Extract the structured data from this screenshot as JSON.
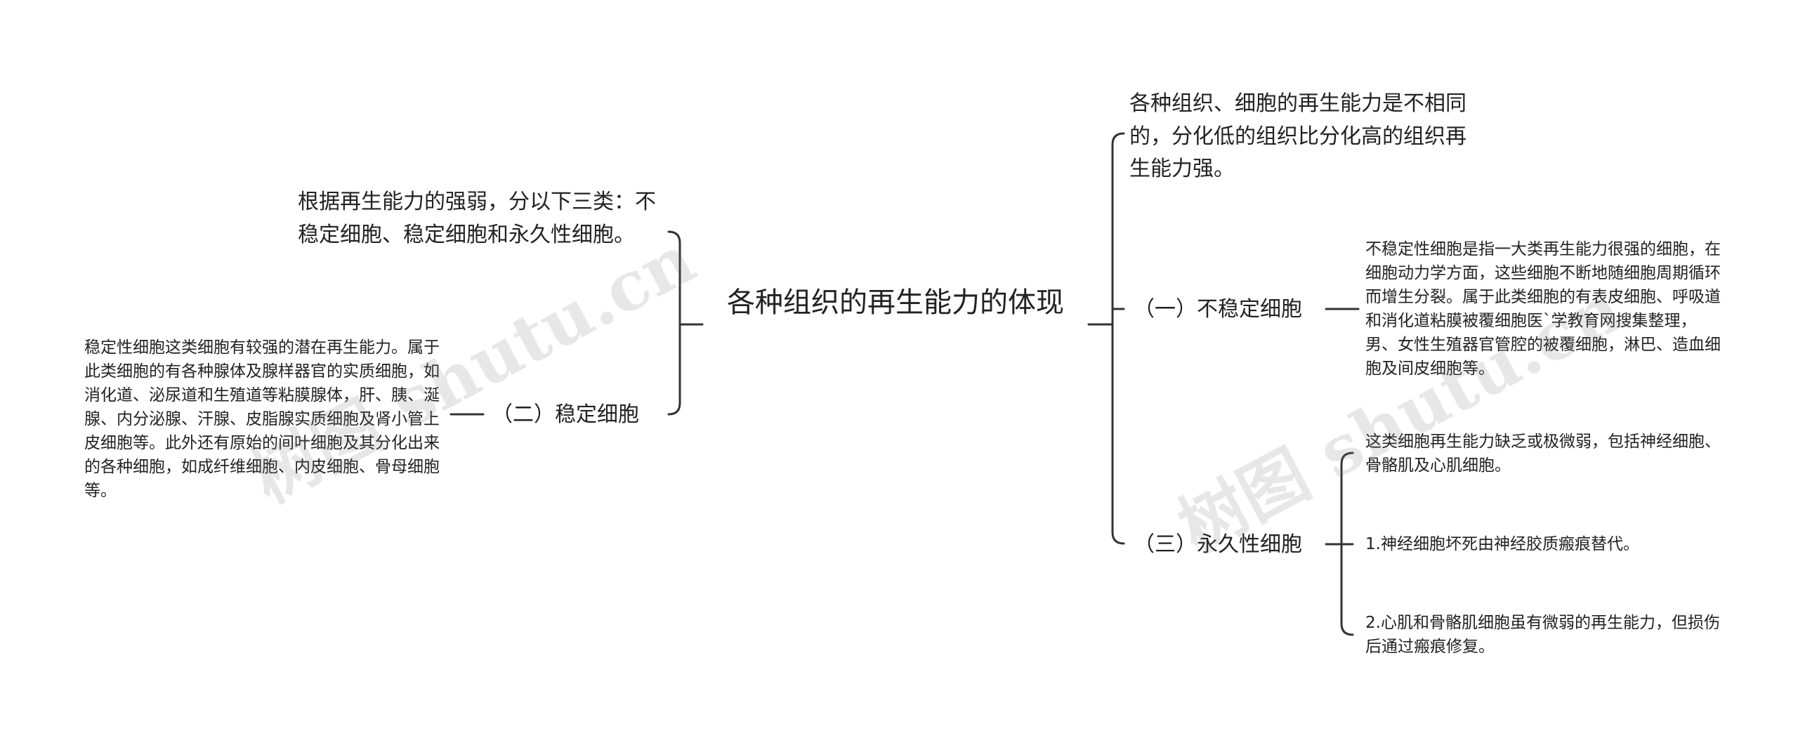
{
  "root": {
    "title": "各种组织的再生能力的体现"
  },
  "left": {
    "classification": "根据再生能力的强弱，分以下三类：不稳定细胞、稳定细胞和永久性细胞。",
    "stable": {
      "label": "（二）稳定细胞",
      "detail": "稳定性细胞这类细胞有较强的潜在再生能力。属于此类细胞的有各种腺体及腺样器官的实质细胞，如消化道、泌尿道和生殖道等粘膜腺体，肝、胰、涎腺、内分泌腺、汗腺、皮脂腺实质细胞及肾小管上皮细胞等。此外还有原始的间叶细胞及其分化出来的各种细胞，如成纤维细胞、内皮细胞、骨母细胞等。"
    }
  },
  "right": {
    "intro": "各种组织、细胞的再生能力是不相同的，分化低的组织比分化高的组织再生能力强。",
    "labile": {
      "label": "（一）不稳定细胞",
      "detail": "不稳定性细胞是指一大类再生能力很强的细胞，在细胞动力学方面，这些细胞不断地随细胞周期循环而增生分裂。属于此类细胞的有表皮细胞、呼吸道和消化道粘膜被覆细胞医`学教育网搜集整理，男、女性生殖器官管腔的被覆细胞，淋巴、造血细胞及间皮细胞等。"
    },
    "permanent": {
      "label": "（三）永久性细胞",
      "items": [
        "这类细胞再生能力缺乏或极微弱，包括神经细胞、骨骼肌及心肌细胞。",
        "1.神经细胞坏死由神经胶质瘢痕替代。",
        "2.心肌和骨骼肌细胞虽有微弱的再生能力，但损伤后通过瘢痕修复。"
      ]
    }
  },
  "watermark": {
    "left": "树图 shutu.cn",
    "right": "树图 shutu.cn"
  },
  "colors": {
    "line": "#333333",
    "text": "#222222",
    "background": "#ffffff"
  }
}
